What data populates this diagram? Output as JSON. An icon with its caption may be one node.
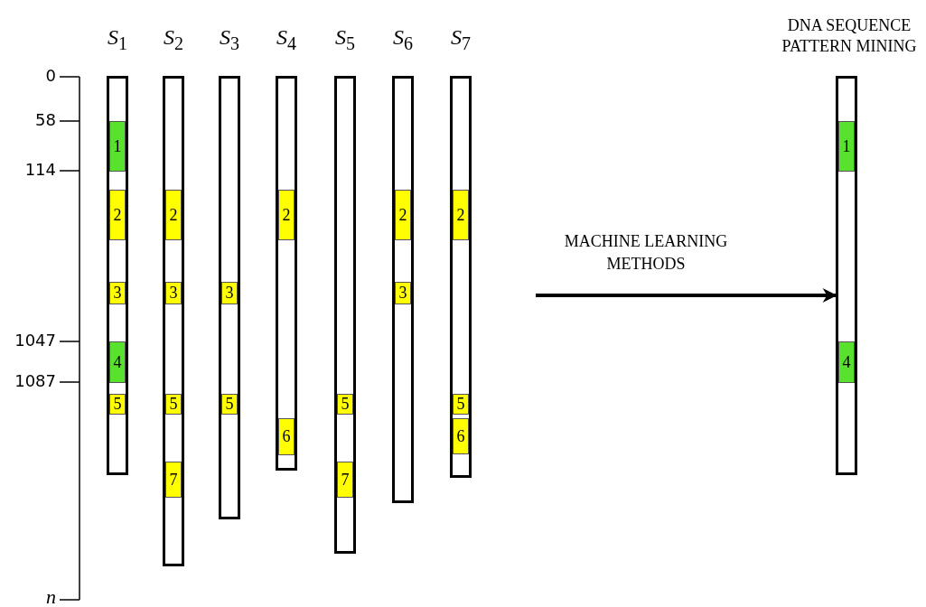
{
  "diagram": {
    "nodes": [
      {
        "text": [
          "*S*$_{1}$"
        ]
      },
      {
        "text": [
          "1"
        ],
        "in": 0
      },
      {
        "text": [
          "2"
        ],
        "in": 0
      },
      {
        "text": [
          "3"
        ],
        "in": 0
      },
      {
        "text": [
          "4"
        ],
        "in": 0
      },
      {
        "text": [
          "5"
        ],
        "in": 0
      },
      {
        "text": [
          "*S*$_{2}$"
        ]
      },
      {
        "text": [
          "2"
        ],
        "in": 6
      },
      {
        "text": [
          "3"
        ],
        "in": 6
      },
      {
        "text": [
          "5"
        ],
        "in": 6
      },
      {
        "text": [
          "7"
        ],
        "in": 6
      },
      {
        "text": [
          "*S*$_{3}$"
        ]
      },
      {
        "text": [
          "3"
        ],
        "in": 11
      },
      {
        "text": [
          "5"
        ],
        "in": 11
      },
      {
        "text": [
          "*S*$_{4}$"
        ]
      },
      {
        "text": [
          "2"
        ],
        "in": 14
      },
      {
        "text": [
          "6"
        ],
        "in": 14
      },
      {
        "text": [
          "*S*$_{5}$"
        ]
      },
      {
        "text": [
          "5"
        ],
        "in": 17
      },
      {
        "text": [
          "7"
        ],
        "in": 17
      },
      {
        "text": [
          "*S*$_{6}$"
        ]
      },
      {
        "text": [
          "2"
        ],
        "in": 20
      },
      {
        "text": [
          "3"
        ],
        "in": 20
      },
      {
        "text": [
          "*S*$_{7}$"
        ]
      },
      {
        "text": [
          "2"
        ],
        "in": 23
      },
      {
        "text": [
          "5"
        ],
        "in": 23
      },
      {
        "text": [
          "6"
        ],
        "in": 23
      },
      {
        "text": [
          "DNA SEQUENCE PATTERN MINING"
        ]
      },
      {
        "text": [
          "1"
        ],
        "in": 27
      },
      {
        "text": [
          "4"
        ],
        "in": 27
      }
    ],
    "edges": [
      {
        "from": null,
        "to": 27,
        "arrow": "to",
        "label": "MACHINE LEARNING METHODS"
      }
    ],
    "labels": [
      "0",
      "58",
      "114",
      "1047",
      "1087",
      "n"
    ]
  }
}
